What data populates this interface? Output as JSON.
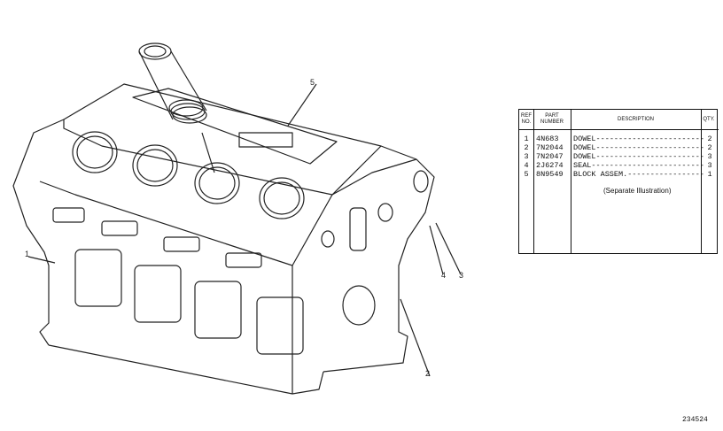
{
  "callouts": [
    "1",
    "2",
    "3",
    "4",
    "5"
  ],
  "table": {
    "headers": {
      "ref": "REF NO.",
      "part": "PART NUMBER",
      "desc": "DESCRIPTION",
      "qty": "QTY."
    },
    "rows": [
      {
        "ref": "1",
        "part": "4N683",
        "desc": "DOWEL",
        "qty": "2"
      },
      {
        "ref": "2",
        "part": "7N2044",
        "desc": "DOWEL",
        "qty": "2"
      },
      {
        "ref": "3",
        "part": "7N2047",
        "desc": "DOWEL",
        "qty": "3"
      },
      {
        "ref": "4",
        "part": "2J6274",
        "desc": "SEAL",
        "qty": "3"
      },
      {
        "ref": "5",
        "part": "8N9549",
        "desc": "BLOCK ASSEM.",
        "qty": "1"
      }
    ],
    "note": "(Separate Illustration)"
  },
  "illustration_number": "234524"
}
